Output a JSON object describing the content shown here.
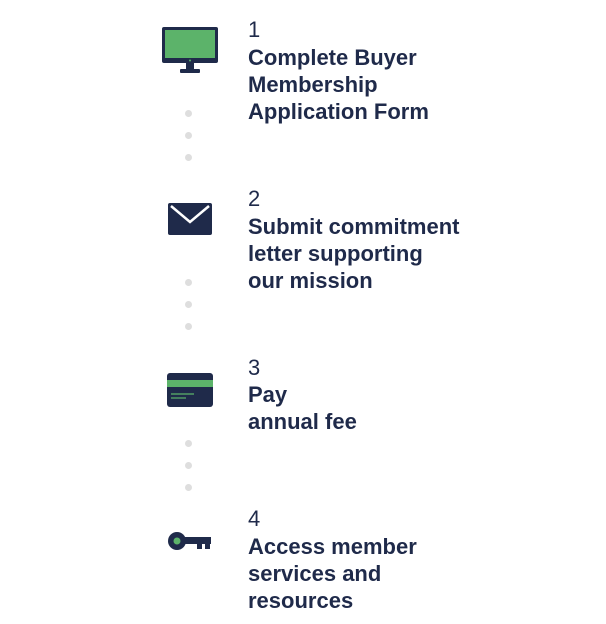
{
  "steps": [
    {
      "number": "1",
      "title": "Complete Buyer\nMembership\nApplication Form",
      "icon": "monitor-icon"
    },
    {
      "number": "2",
      "title": "Submit commitment\nletter supporting\nour mission",
      "icon": "envelope-icon"
    },
    {
      "number": "3",
      "title": "Pay\nannual fee",
      "icon": "credit-card-icon"
    },
    {
      "number": "4",
      "title": "Access member\nservices and\nresources",
      "icon": "key-icon"
    }
  ],
  "colors": {
    "navy": "#1f2a4a",
    "green": "#5cb36a",
    "dot": "#dedede"
  }
}
